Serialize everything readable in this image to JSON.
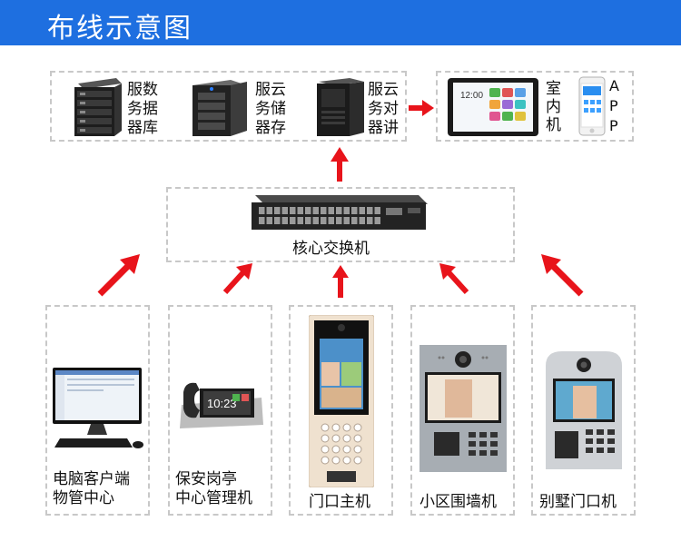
{
  "header": {
    "title": "布线示意图"
  },
  "colors": {
    "header_bg": "#1e6fe0",
    "arrow": "#e8141b",
    "dash": "#c8c8c8"
  },
  "servers": [
    {
      "lines": [
        "服数",
        "务据",
        "器库"
      ]
    },
    {
      "lines": [
        "服云",
        "务储",
        "器存"
      ]
    },
    {
      "lines": [
        "服云",
        "务对",
        "器讲"
      ]
    }
  ],
  "indoor": {
    "lines": [
      "室",
      "内",
      "机"
    ],
    "tablet_time": "12:00"
  },
  "app": {
    "lines": [
      "A",
      "P",
      "P"
    ]
  },
  "switch": {
    "label": "核心交换机"
  },
  "devices": [
    {
      "lines": [
        "电脑客户端",
        "物管中心"
      ]
    },
    {
      "lines": [
        "保安岗亭",
        "中心管理机"
      ]
    },
    {
      "lines": [
        "门口主机"
      ]
    },
    {
      "lines": [
        "小区围墙机"
      ]
    },
    {
      "lines": [
        "别墅门口机"
      ]
    }
  ]
}
